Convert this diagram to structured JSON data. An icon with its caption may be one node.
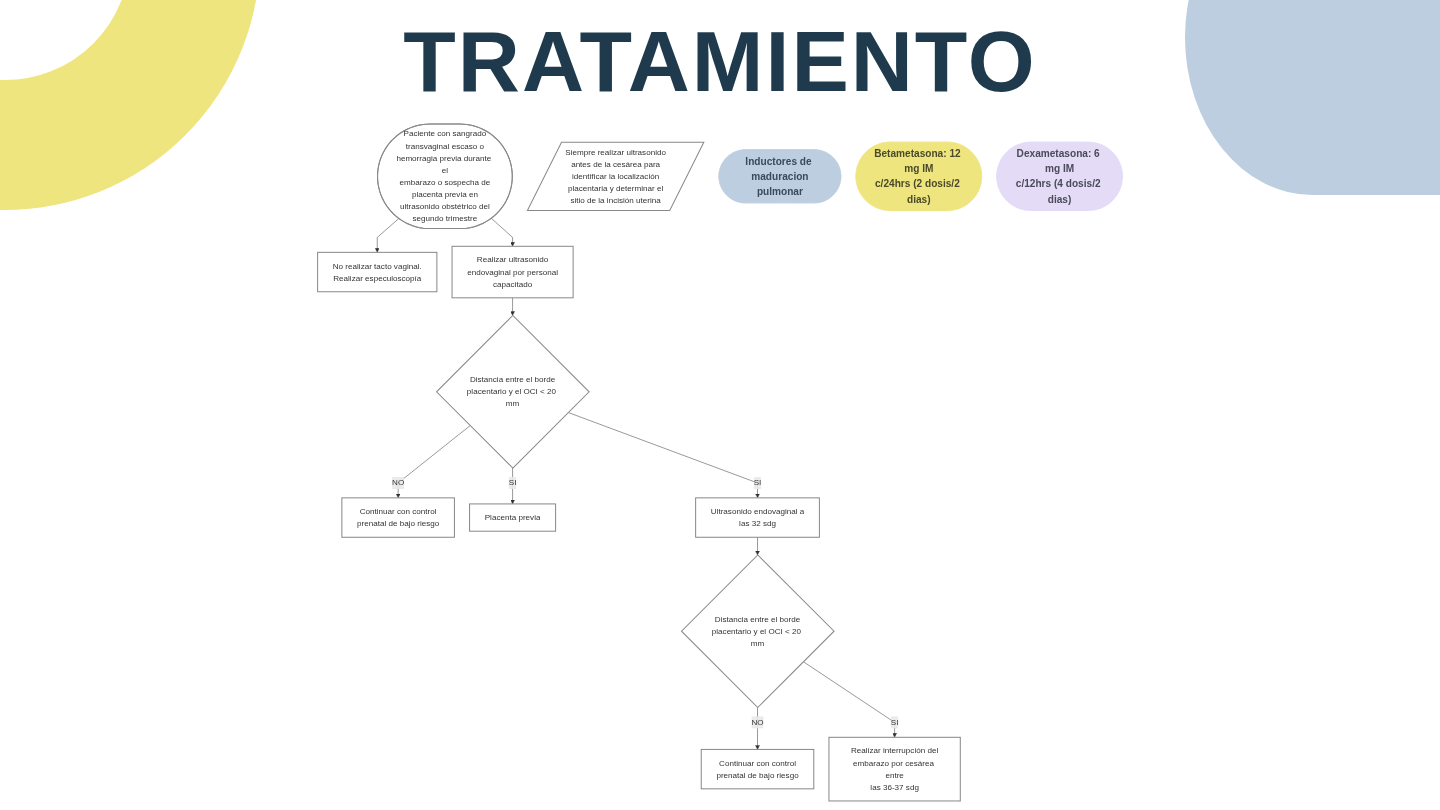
{
  "diagram": {
    "title": "TRATAMIENTO",
    "nodes": [
      {
        "text": [
          "Paciente con sangrado transvaginal escaso o hemorragia previa durante el embarazo o sospecha de placenta previa en ultrasonido obstétrico del segundo trimestre"
        ]
      },
      {
        "text": [
          "No realizar tacto vaginal. Realizar especuloscopía"
        ]
      },
      {
        "text": [
          "Realizar ultrasonido endovaginal por personal capacitado"
        ]
      },
      {
        "text": [
          "Siempre realizar ultrasonido antes de la cesárea para identificar la localización placentaria y determinar el sitio de la incisión uterina"
        ]
      },
      {
        "text": [
          "Continuar con control prenatal de bajo riesgo"
        ]
      },
      {
        "text": [
          "Distancia entre el borde placentario y el OCI < 20 mm"
        ]
      },
      {
        "text": [
          "Placenta previa"
        ]
      },
      {
        "text": [
          "Ultrasonido endovaginal a las 32 sdg"
        ]
      },
      {
        "text": [
          "Continuar con control prenatal de bajo riesgo"
        ]
      },
      {
        "text": [
          "Distancia entre el borde placentario y el OCI < 20 mm"
        ]
      },
      {
        "text": [
          "Realizar interrupción del embarazo por cesárea entre las 36-37 sdg"
        ]
      },
      {
        "text": [
          "Inductores de maduracion pulmonar"
        ]
      },
      {
        "text": [
          "Betametasona: 12 mg IM c/24hrs (2 dosis/2 dias)"
        ]
      },
      {
        "text": [
          "Dexametasona: 6 mg IM c/12hrs (4 dosis/2 dias)"
        ]
      }
    ],
    "edges": [
      {
        "from": 0,
        "to": 1,
        "arrow": "to"
      },
      {
        "from": 0,
        "to": 2,
        "arrow": "to"
      },
      {
        "from": 2,
        "to": 5,
        "arrow": "to"
      },
      {
        "from": 5,
        "to": 4,
        "arrow": "to",
        "label": "NO"
      },
      {
        "from": 5,
        "to": 6,
        "arrow": "to",
        "label": "SI"
      },
      {
        "from": 5,
        "to": 7,
        "arrow": "to",
        "label": "SI"
      },
      {
        "from": 7,
        "to": 9,
        "arrow": "to"
      },
      {
        "from": 9,
        "to": 8,
        "arrow": "to",
        "label": "NO"
      },
      {
        "from": 9,
        "to": 10,
        "arrow": "to",
        "label": "SI"
      }
    ]
  }
}
